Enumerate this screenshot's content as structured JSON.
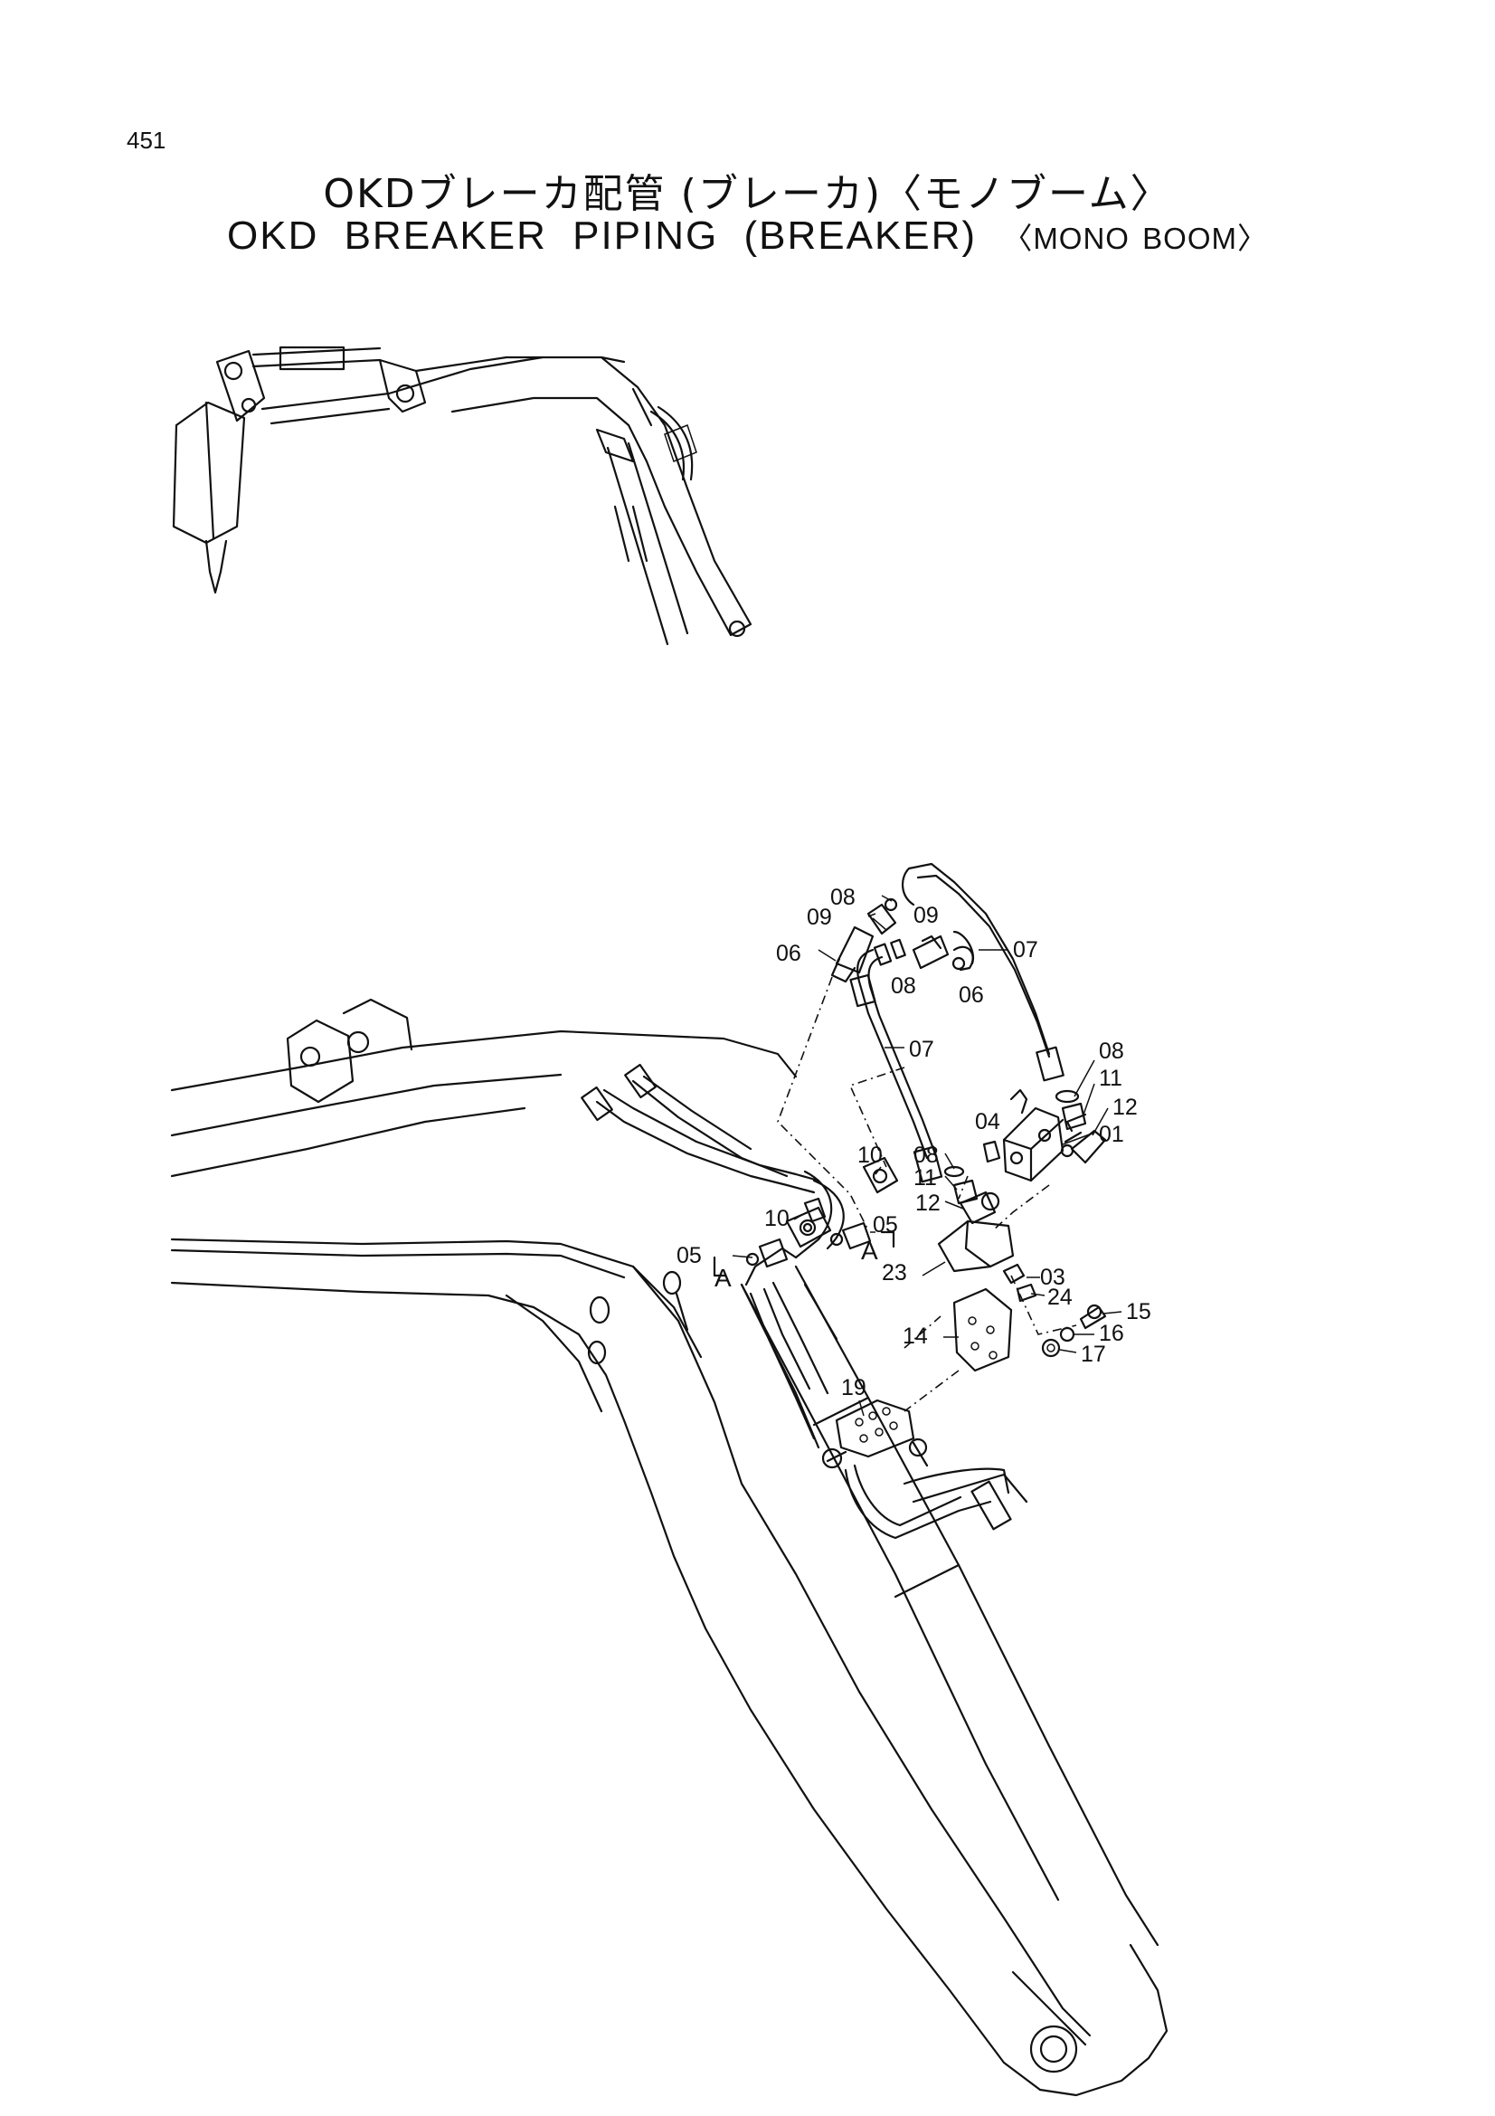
{
  "page_number": "451",
  "title_jp": "OKDブレーカ配管 (ブレーカ)〈モノブーム〉",
  "title_en_main": "OKD BREAKER PIPING (BREAKER)",
  "title_en_sub": "〈MONO BOOM〉",
  "callouts": {
    "c01": "01",
    "c03": "03",
    "c04": "04",
    "c05a": "05",
    "c05b": "05",
    "c06a": "06",
    "c06b": "06",
    "c07a": "07",
    "c07b": "07",
    "c08a": "08",
    "c08b": "08",
    "c08c": "08",
    "c08d": "08",
    "c09a": "09",
    "c09b": "09",
    "c10a": "10",
    "c10b": "10",
    "c11a": "11",
    "c11b": "11",
    "c12a": "12",
    "c12b": "12",
    "c14": "14",
    "c15": "15",
    "c16": "16",
    "c17": "17",
    "c19": "19",
    "c23": "23",
    "c24": "24",
    "view_a1": "A",
    "view_a2": "A"
  }
}
